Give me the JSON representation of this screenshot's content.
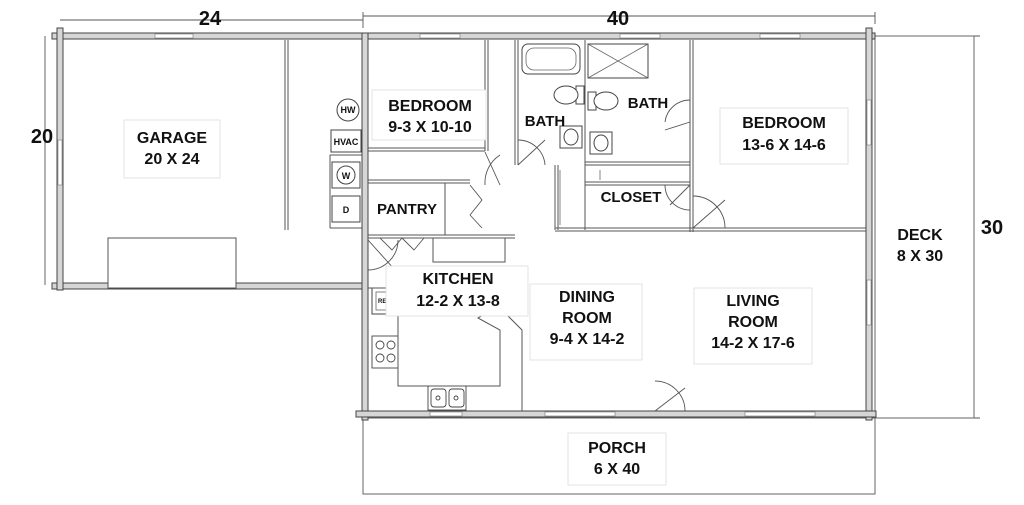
{
  "dimensions": {
    "garage_width": "24",
    "house_width": "40",
    "garage_depth": "20",
    "total_depth": "30"
  },
  "rooms": {
    "garage": {
      "name": "GARAGE",
      "size": "20 X 24"
    },
    "bedroom_small": {
      "name": "BEDROOM",
      "size": "9-3 X 10-10"
    },
    "bath_1": {
      "name": "BATH"
    },
    "bath_2": {
      "name": "BATH"
    },
    "bedroom_master": {
      "name": "BEDROOM",
      "size": "13-6 X 14-6"
    },
    "pantry": {
      "name": "PANTRY"
    },
    "closet": {
      "name": "CLOSET"
    },
    "kitchen": {
      "name": "KITCHEN",
      "size": "12-2 X 13-8"
    },
    "dining": {
      "name": "DINING",
      "name2": "ROOM",
      "size": "9-4 X 14-2"
    },
    "living": {
      "name": "LIVING",
      "name2": "ROOM",
      "size": "14-2 X 17-6"
    },
    "deck": {
      "name": "DECK",
      "size": "8 X 30"
    },
    "porch": {
      "name": "PORCH",
      "size": "6 X 40"
    }
  },
  "fixtures": {
    "water_heater": "HW",
    "hvac": "HVAC",
    "washer": "W",
    "dryer": "D",
    "refrigerator": "REF"
  },
  "colors": {
    "wall": "#444444",
    "wall_fill": "#d6d6d6",
    "line": "#555555",
    "background": "#ffffff"
  }
}
